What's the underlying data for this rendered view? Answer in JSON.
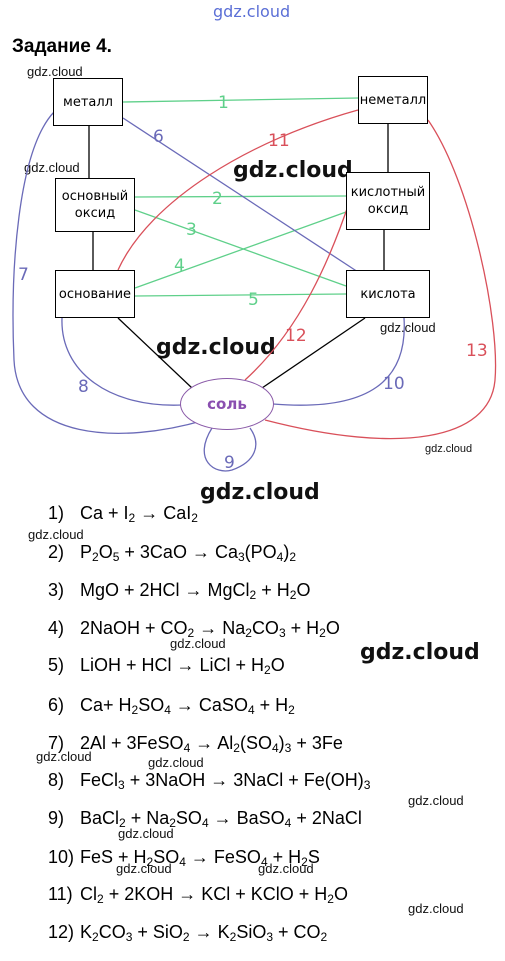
{
  "watermark": "gdz.cloud",
  "title": "Задание 4.",
  "nodes": {
    "metal": "металл",
    "nonmetal": "неметалл",
    "basic_oxide_line1": "основный",
    "basic_oxide_line2": "оксид",
    "acid_oxide_line1": "кислотный",
    "acid_oxide_line2": "оксид",
    "base": "основание",
    "acid": "кислота",
    "salt": "соль"
  },
  "links": [
    {
      "label": "1",
      "color": "#5fd08a"
    },
    {
      "label": "2",
      "color": "#5fd08a"
    },
    {
      "label": "3",
      "color": "#5fd08a"
    },
    {
      "label": "4",
      "color": "#5fd08a"
    },
    {
      "label": "5",
      "color": "#5fd08a"
    },
    {
      "label": "6",
      "color": "#6a6ab8"
    },
    {
      "label": "7",
      "color": "#6a6ab8"
    },
    {
      "label": "8",
      "color": "#6a6ab8"
    },
    {
      "label": "9",
      "color": "#6a6ab8"
    },
    {
      "label": "10",
      "color": "#6a6ab8"
    },
    {
      "label": "11",
      "color": "#d9505a"
    },
    {
      "label": "12",
      "color": "#d9505a"
    },
    {
      "label": "13",
      "color": "#d9505a"
    }
  ],
  "equations": [
    {
      "n": "1)",
      "html": "Ca + I<sub>2</sub> → CaI<sub>2</sub>"
    },
    {
      "n": "2)",
      "html": "P<sub>2</sub>O<sub>5</sub> + 3CaO → Ca<sub>3</sub>(PO<sub>4</sub>)<sub>2</sub>"
    },
    {
      "n": "3)",
      "html": "MgO + 2HCl → MgCl<sub>2</sub> + H<sub>2</sub>O"
    },
    {
      "n": "4)",
      "html": "2NaOH + CO<sub>2</sub> → Na<sub>2</sub>CO<sub>3</sub> + H<sub>2</sub>O"
    },
    {
      "n": "5)",
      "html": "LiOH + HCl → LiCl + H<sub>2</sub>O"
    },
    {
      "n": "6)",
      "html": "Ca+ H<sub>2</sub>SO<sub>4</sub> → CaSO<sub>4</sub> + H<sub>2</sub>"
    },
    {
      "n": "7)",
      "html": "2Al + 3FeSO<sub>4</sub> → Al<sub>2</sub>(SO<sub>4</sub>)<sub>3</sub> + 3Fe"
    },
    {
      "n": "8)",
      "html": "FeCl<sub>3</sub> + 3NaOH → 3NaCl + Fe(OH)<sub>3</sub>"
    },
    {
      "n": "9)",
      "html": "BaCl<sub>2</sub> + Na<sub>2</sub>SO<sub>4</sub> → BaSO<sub>4</sub> + 2NaCl"
    },
    {
      "n": "10)",
      "html": "FeS + H<sub>2</sub>SO<sub>4</sub> → FeSO<sub>4</sub> + H<sub>2</sub>S"
    },
    {
      "n": "11)",
      "html": "Cl<sub>2</sub> + 2KOH → KCl + KClO + H<sub>2</sub>O"
    },
    {
      "n": "12)",
      "html": "K<sub>2</sub>CO<sub>3</sub> + SiO<sub>2</sub> → K<sub>2</sub>SiO<sub>3</sub> + CO<sub>2</sub>"
    }
  ]
}
